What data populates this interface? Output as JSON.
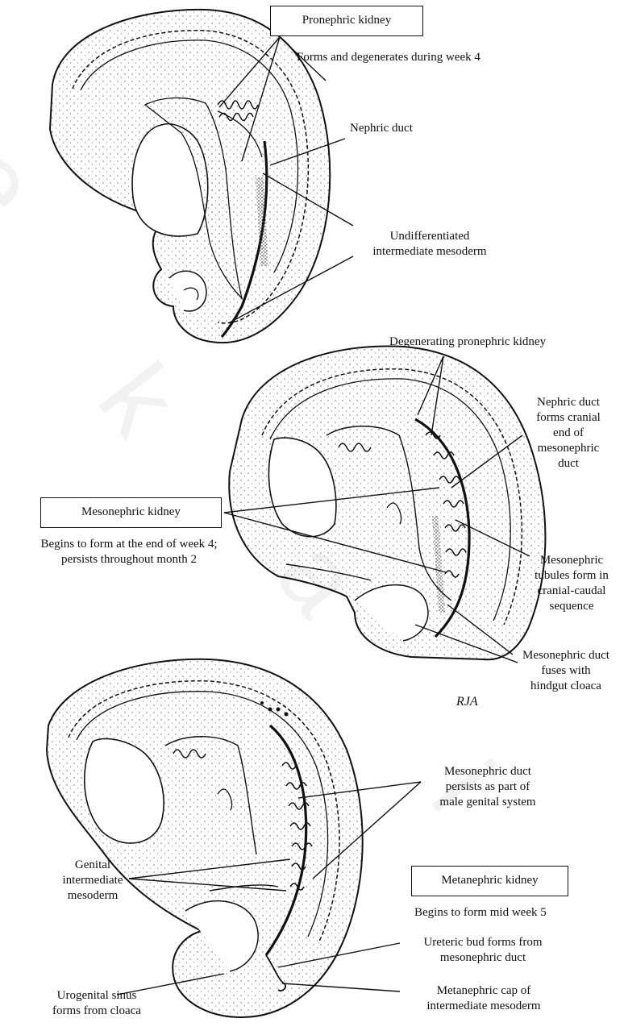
{
  "panel1": {
    "box_title": "Pronephric kidney",
    "subtitle": "Forms and degenerates during week 4",
    "labels": {
      "nephric_duct": "Nephric duct",
      "undiff_line1": "Undifferentiated",
      "undiff_line2": "intermediate mesoderm"
    }
  },
  "panel2": {
    "box_title": "Mesonephric kidney",
    "subtitle_line1": "Begins to form at the end of week 4;",
    "subtitle_line2": "persists throughout month 2",
    "labels": {
      "degenerating": "Degenerating pronephric kidney",
      "nd_line1": "Nephric duct",
      "nd_line2": "forms cranial",
      "nd_line3": "end of",
      "nd_line4": "mesonephric",
      "nd_line5": "duct",
      "mt_line1": "Mesonephric",
      "mt_line2": "tubules form in",
      "mt_line3": "cranial-caudal",
      "mt_line4": "sequence",
      "md_line1": "Mesonephric duct",
      "md_line2": "fuses with",
      "md_line3": "hindgut cloaca"
    },
    "signature": "RJA"
  },
  "panel3": {
    "box_title": "Metanephric kidney",
    "subtitle": "Begins to form mid week 5",
    "labels": {
      "mdp_line1": "Mesonephric duct",
      "mdp_line2": "persists as part of",
      "mdp_line3": "male genital system",
      "gen_line1": "Genital",
      "gen_line2": "intermediate",
      "gen_line3": "mesoderm",
      "ub_line1": "Ureteric bud forms from",
      "ub_line2": "mesonephric duct",
      "mc_line1": "Metanephric cap of",
      "mc_line2": "intermediate mesoderm",
      "us_line1": "Urogenital sinus",
      "us_line2": "forms from cloaca"
    }
  }
}
